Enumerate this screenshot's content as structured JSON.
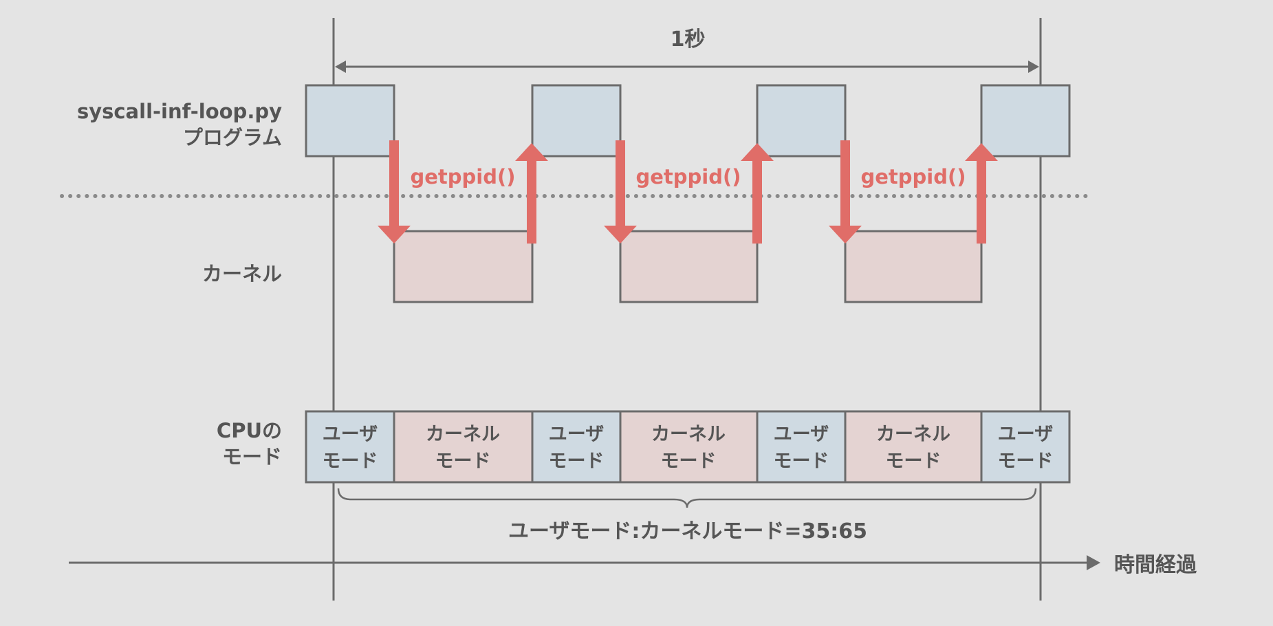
{
  "span_label": "1秒",
  "program_label": [
    "syscall-inf-loop.py",
    "プログラム"
  ],
  "kernel_label": "カーネル",
  "cpu_mode_label": [
    "CPUの",
    "モード"
  ],
  "syscall_label": "getppid()",
  "user_mode_label": [
    "ユーザ",
    "モード"
  ],
  "kernel_mode_label": [
    "カーネル",
    "モード"
  ],
  "ratio_label": "ユーザモード:カーネルモード=35:65",
  "time_axis_label": "時間経過",
  "colors": {
    "background": "#e4e4e4",
    "user_fill": "#cfdae2",
    "kernel_fill": "#e4d3d2",
    "outline": "#6b6b6b",
    "arrow": "#e06d68",
    "text": "#555555"
  }
}
